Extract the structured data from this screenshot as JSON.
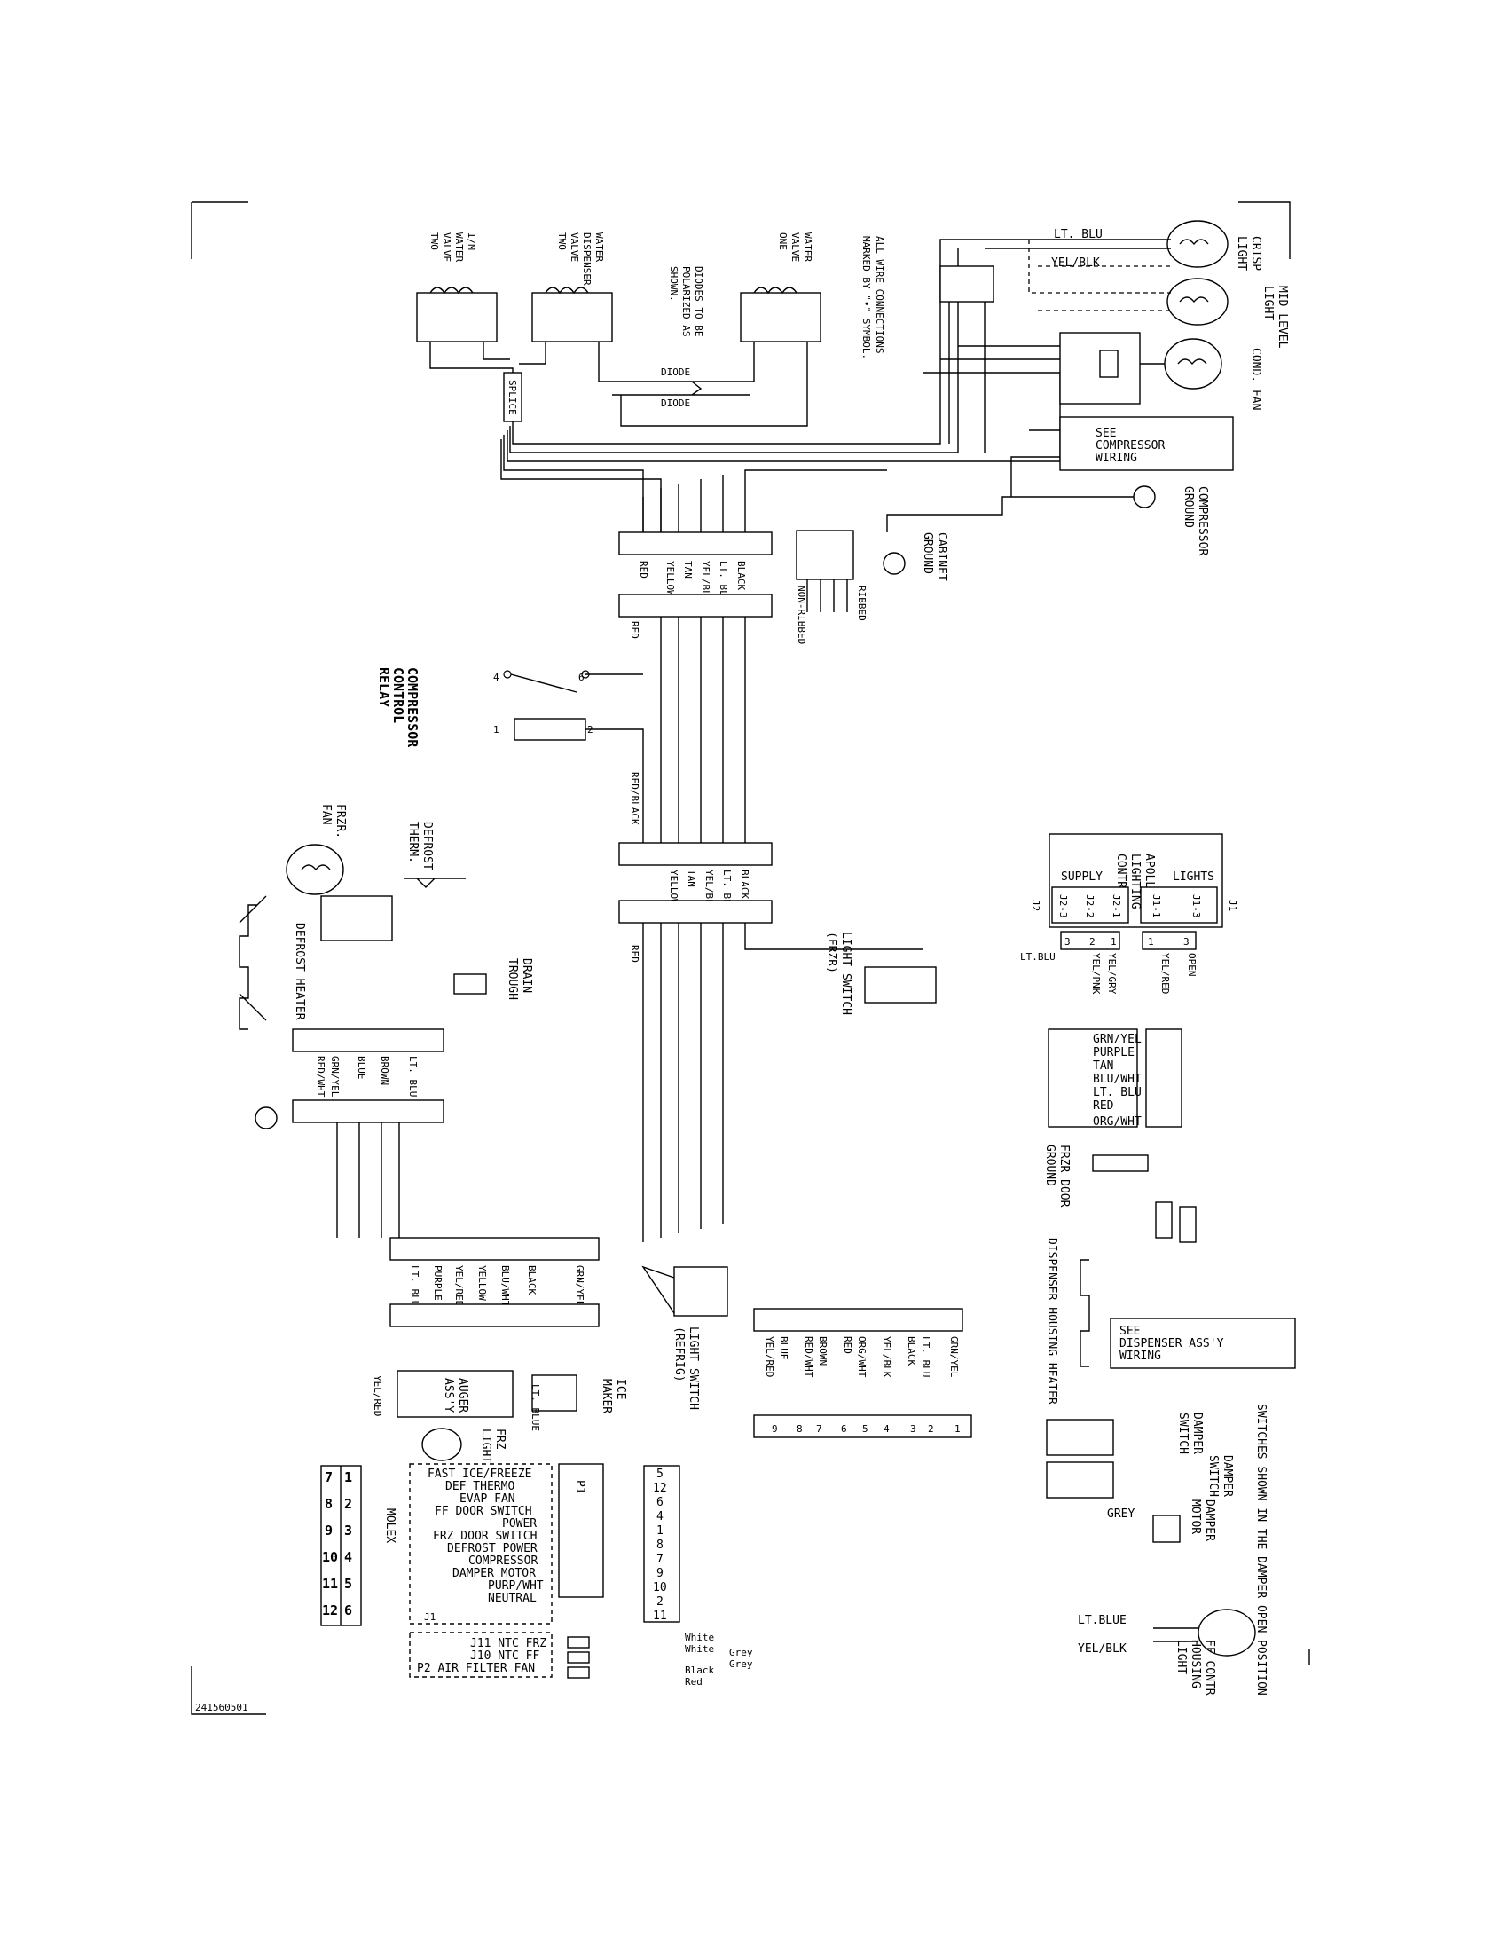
{
  "drawing_number": "241560501",
  "note_switches": "SWITCHES SHOWN IN THE DAMPER OPEN POSITION",
  "note_connections": [
    "ALL WIRE CONNECTIONS",
    "MARKED BY \"•\" SYMBOL."
  ],
  "note_diodes": [
    "DIODES TO BE",
    "POLARIZED AS",
    "SHOWN."
  ],
  "diode_label": "DIODE",
  "splice_label": "SPLICE",
  "components": {
    "im_water_valve": [
      "I/M",
      "WATER",
      "VALVE",
      "TWO"
    ],
    "water_dispenser_valve": [
      "WATER",
      "DISPENSER",
      "VALVE",
      "TWO"
    ],
    "water_valve_one": [
      "WATER",
      "VALVE",
      "ONE"
    ],
    "crisp_light": [
      "CRISP",
      "LIGHT"
    ],
    "mid_level_light": [
      "MID LEVEL",
      "LIGHT"
    ],
    "cond_fan": "COND. FAN",
    "see_compressor_wiring": [
      "SEE",
      "COMPRESSOR",
      "WIRING"
    ],
    "compressor_ground": [
      "COMPRESSOR",
      "GROUND"
    ],
    "cabinet_ground": [
      "CABINET",
      "GROUND"
    ],
    "ribbed": "RIBBED",
    "non_ribbed": "NON-RIBBED",
    "compressor_control_relay": [
      "COMPRESSOR",
      "CONTROL",
      "RELAY"
    ],
    "defrost_therm": [
      "DEFROST",
      "THERM."
    ],
    "frzr_fan": [
      "FRZR.",
      "FAN"
    ],
    "defrost_heater": "DEFROST HEATER",
    "drain_trough": [
      "DRAIN",
      "TROUGH"
    ],
    "apollo_lighting_control": [
      "APOLLO",
      "LIGHTING",
      "CONTROL"
    ],
    "supply": "SUPPLY",
    "lights": "LIGHTS",
    "light_switch_frzr": [
      "LIGHT SWITCH",
      "(FRZR)"
    ],
    "frzr_door_ground": [
      "FRZR DOOR",
      "GROUND"
    ],
    "dispenser_housing_heater": "DISPENSER HOUSING HEATER",
    "see_dispenser_wiring": [
      "SEE",
      "DISPENSER ASS'Y",
      "WIRING"
    ],
    "light_switch_refrig": [
      "LIGHT SWITCH",
      "(REFRIG)"
    ],
    "ice_maker": [
      "ICE",
      "MAKER"
    ],
    "auger_assy": [
      "AUGER",
      "ASS'Y"
    ],
    "frz_light": [
      "FRZ",
      "LIGHT"
    ],
    "damper_switch": [
      "DAMPER",
      "SWITCH"
    ],
    "damper_switch_2": [
      "DAMPER",
      "SWITCH"
    ],
    "damper_motor": [
      "DAMPER",
      "MOTOR"
    ],
    "ff_contr_housing_light": [
      "FF CONTR",
      "HOUSING",
      "LIGHT"
    ],
    "molex": "MOLEX",
    "p1": "P1",
    "j1": "J1",
    "j2": "J2"
  },
  "wire_colors_top": [
    "BLACK",
    "LT. BLU",
    "YEL/BLK",
    "TAN",
    "YELLOW",
    "RED"
  ],
  "relay_block_labels": [
    "RED",
    "RED/BLACK"
  ],
  "relay_terminals": [
    "4",
    "6",
    "1",
    "2"
  ],
  "mid_block_labels": [
    "BLACK",
    "LT. BLUE",
    "YEL/BLK",
    "TAN",
    "YELLOW"
  ],
  "red_label": "RED",
  "lt_blu_top": "LT. BLU",
  "yel_blk_top": "YEL/BLK",
  "j2_pins": [
    "J2-3",
    "J2-2",
    "J2-1"
  ],
  "j1_pins": [
    "J1-1",
    "J1-3"
  ],
  "j2_conn": [
    "3",
    "2",
    "1"
  ],
  "j1_conn": [
    "1",
    "3"
  ],
  "apollo_wires": [
    "LT.BLU",
    "YEL/GRY",
    "YEL/PNK",
    "YEL/RED",
    "OPEN"
  ],
  "dispenser_wire_list": [
    "GRN/YEL",
    "PURPLE",
    "TAN",
    "BLU/WHT",
    "LT. BLU",
    "RED",
    "ORG/WHT"
  ],
  "left_block_wires": [
    "LT. BLU",
    "BROWN",
    "BLUE",
    "GRN/YEL",
    "RED/WHT"
  ],
  "bottom_left_wires": [
    "LT. BLU",
    "PURPLE",
    "YEL/RED",
    "YELLOW",
    "BLU/WHT",
    "BLACK",
    "GRN/YEL"
  ],
  "bottom_center_wires": [
    "GRN/YEL",
    "LT. BLU",
    "BLACK",
    "YEL/BLK",
    "ORG/WHT",
    "RED",
    "BROWN",
    "RED/WHT",
    "BLUE",
    "YEL/RED"
  ],
  "im_wires": [
    "LT. BLUE",
    "YEL/RED"
  ],
  "terminal_numbers": [
    "1",
    "2",
    "3",
    "4",
    "5",
    "6",
    "7",
    "8",
    "9"
  ],
  "p1_functions": [
    "FAST ICE/FREEZE",
    "DEF THERMO",
    "EVAP FAN",
    "FF DOOR SWITCH",
    "POWER",
    "FRZ DOOR SWITCH",
    "DEFROST POWER",
    "COMPRESSOR",
    "DAMPER MOTOR",
    "PURP/WHT",
    "NEUTRAL"
  ],
  "p1_pins": [
    "5",
    "12",
    "6",
    "4",
    "1",
    "8",
    "7",
    "9",
    "10",
    "2",
    "11"
  ],
  "molex_grid": [
    [
      "7",
      "8",
      "9",
      "10",
      "11",
      "12"
    ],
    [
      "1",
      "2",
      "3",
      "4",
      "5",
      "6"
    ]
  ],
  "ntc_functions": [
    "J11 NTC FRZ",
    "J10 NTC FF",
    "P2 AIR FILTER FAN"
  ],
  "ntc_wire_labels": [
    "White",
    "White",
    "Grey",
    "Grey",
    "Black",
    "Red"
  ],
  "grey_label": "GREY",
  "ff_light_wires": [
    "LT.BLUE",
    "YEL/BLK"
  ],
  "j1_label": "J1"
}
